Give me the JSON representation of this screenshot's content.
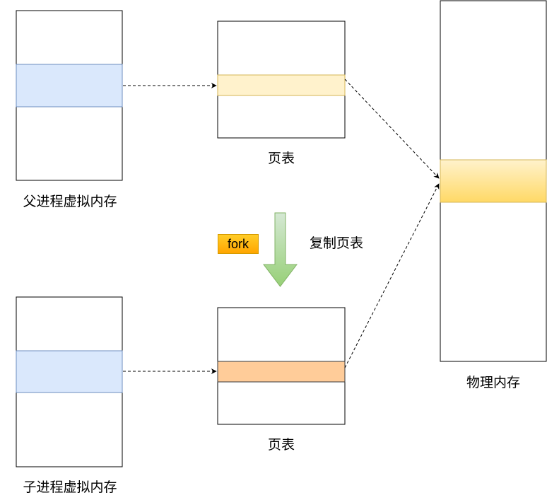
{
  "labels": {
    "parent_vm": "父进程虚拟内存",
    "page_table_parent": "页表",
    "page_table_child": "页表",
    "child_vm": "子进程虚拟内存",
    "physical_memory": "物理内存",
    "fork": "fork",
    "copy_page_table": "复制页表"
  },
  "colors": {
    "vm_block": "#dae8fc",
    "vm_block_border": "#6c8ebf",
    "parent_pte": "#fff2cc",
    "parent_pte_border": "#d6b656",
    "child_pte": "#ffcc99",
    "child_pte_border": "#36393d",
    "phys_block_top": "#fff2cc",
    "phys_block_bottom": "#ffd966",
    "arrow_fill": "#97d077",
    "arrow_border": "#82b366",
    "fork_tag": "#ffcd28",
    "fork_tag_border": "#d79b00"
  }
}
